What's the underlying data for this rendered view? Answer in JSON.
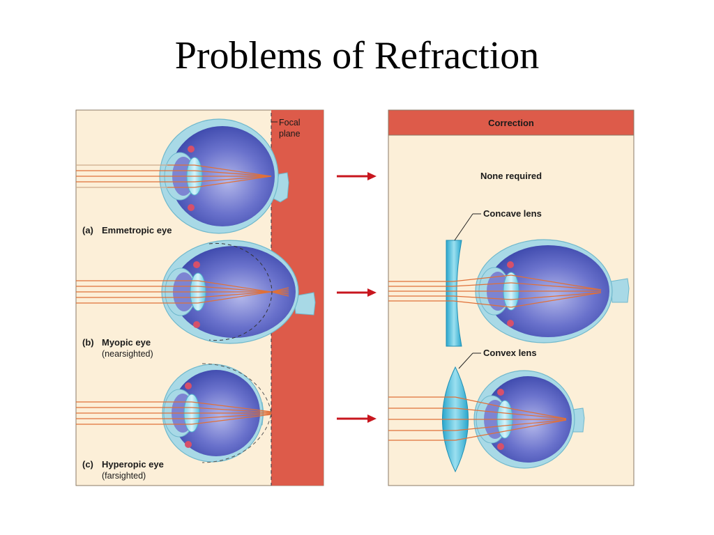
{
  "title": "Problems of Refraction",
  "left_panel": {
    "focal_plane_label": [
      "Focal",
      "plane"
    ],
    "cases": [
      {
        "letter": "(a)",
        "name": "Emmetropic eye",
        "note": ""
      },
      {
        "letter": "(b)",
        "name": "Myopic eye",
        "note": "(nearsighted)"
      },
      {
        "letter": "(c)",
        "name": "Hyperopic eye",
        "note": "(farsighted)"
      }
    ]
  },
  "right_panel": {
    "header": "Correction",
    "none_required": "None required",
    "concave_label": "Concave lens",
    "convex_label": "Convex lens"
  },
  "colors": {
    "panel_bg": "#fcefd8",
    "focal_band": "#dd5b4a",
    "eyeball": "#4a56b8",
    "sclera": "#a8d9e6",
    "lens": "#c8f0fa",
    "ray": "#e07038",
    "arrow": "#c8161e",
    "corrective_lens": "#3cb6d6"
  }
}
